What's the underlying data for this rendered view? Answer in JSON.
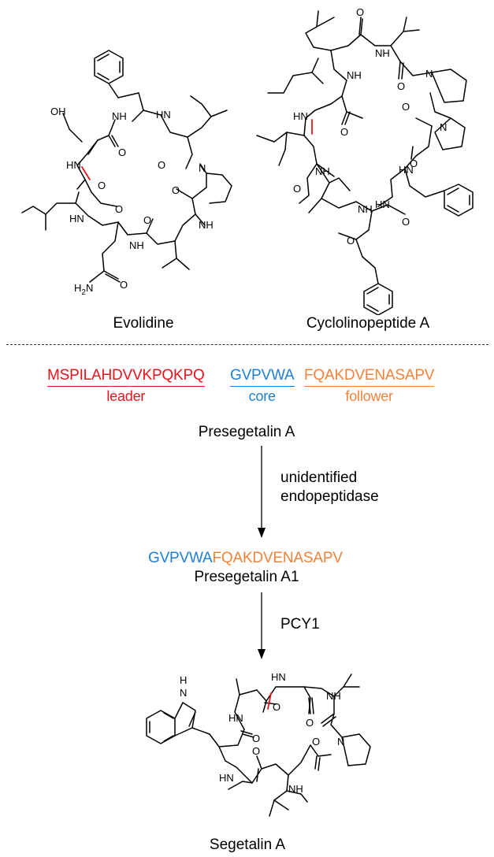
{
  "colors": {
    "leader": "#e8141c",
    "core": "#1e7fd6",
    "follower": "#f0823c",
    "bond_highlight": "#e8141c",
    "ink": "#000000"
  },
  "structures": {
    "evolidine": {
      "name": "Evolidine",
      "atoms": {
        "oh": "OH",
        "nh": "NH",
        "hn": "HN",
        "o": "O",
        "n": "N",
        "h2n": "H2N"
      }
    },
    "cyclolinopeptide": {
      "name": "Cyclolinopeptide A",
      "atoms": {
        "nh": "NH",
        "hn": "HN",
        "o": "O",
        "n": "N"
      }
    },
    "segetalin": {
      "name": "Segetalin A",
      "atoms": {
        "nh": "NH",
        "hn": "HN",
        "o": "O",
        "n": "N",
        "h": "H"
      }
    }
  },
  "precursor": {
    "leader": {
      "sequence": "MSPILAHDVVKPQKPQ",
      "role": "leader"
    },
    "core": {
      "sequence": "GVPVWA",
      "role": "core"
    },
    "follower": {
      "sequence": "FQAKDVENASAPV",
      "role": "follower"
    },
    "name": "Presegetalin A"
  },
  "step1": {
    "enzyme_line1": "unidentified",
    "enzyme_line2": "endopeptidase"
  },
  "intermediate": {
    "core": "GVPVWA",
    "follower": "FQAKDVENASAPV",
    "name": "Presegetalin A1"
  },
  "step2": {
    "enzyme": "PCY1"
  }
}
